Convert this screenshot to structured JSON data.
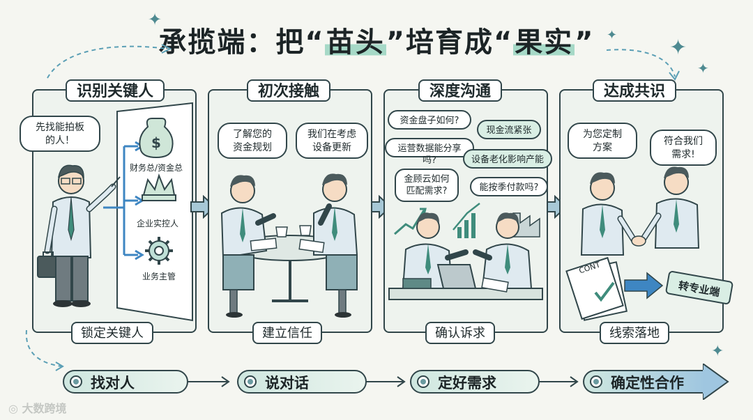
{
  "title": {
    "part1": "承揽端：把“",
    "hl1": "苗头",
    "part2": "”培育成“",
    "hl2": "果实",
    "part3": "”"
  },
  "panels": [
    {
      "head": "识别关键人",
      "foot": "锁定关键人",
      "bubble": "先找能拍板\n的人！",
      "roles": [
        "财务总/资金总",
        "企业实控人",
        "业务主管"
      ]
    },
    {
      "head": "初次接触",
      "foot": "建立信任",
      "bubble_left": "了解您的\n资金规划",
      "bubble_right": "我们在考虑\n设备更新"
    },
    {
      "head": "深度沟通",
      "foot": "确认诉求",
      "questions": [
        "资金盘子如何?",
        "运营数据能分享吗?",
        "金顾云如何\n匹配需求?"
      ],
      "answers": [
        "现金流紧张",
        "设备老化影响产能",
        "能按季付款吗?"
      ]
    },
    {
      "head": "达成共识",
      "foot": "线索落地",
      "bubble_left": "为您定制\n方案",
      "bubble_right": "符合我们\n需求!",
      "doc_label": "CONT",
      "tag": "转专业端"
    }
  ],
  "steps": [
    "找对人",
    "说对话",
    "定好需求",
    "确定性合作"
  ],
  "watermark": "大数跨境",
  "colors": {
    "accent": "#6a9aa0",
    "ink": "#31464a",
    "mint": "#a6d9c7",
    "arrow": "#3e86c2"
  }
}
